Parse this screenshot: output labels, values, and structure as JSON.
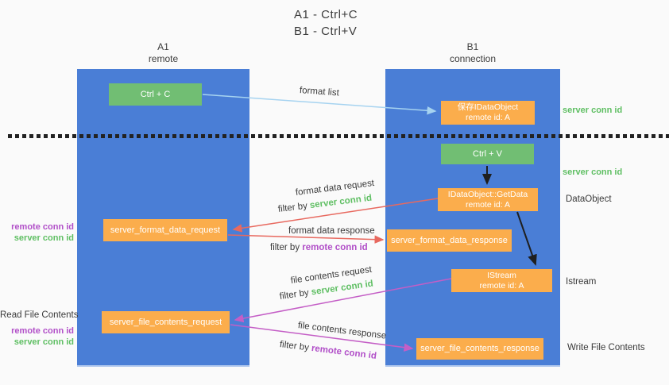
{
  "title": {
    "line1": "A1 - Ctrl+C",
    "line2": "B1 - Ctrl+V"
  },
  "lanes": {
    "left": {
      "title": "A1",
      "subtitle": "remote"
    },
    "right": {
      "title": "B1",
      "subtitle": "connection"
    }
  },
  "nodes": {
    "ctrl_c": {
      "label": "Ctrl + C"
    },
    "save_idataobject": {
      "line1": "保存IDataObject",
      "line2": "remote id: A"
    },
    "ctrl_v": {
      "label": "Ctrl + V"
    },
    "getdata": {
      "line1": "IDataObject::GetData",
      "line2": "remote id: A"
    },
    "format_request": {
      "label": "server_format_data_request"
    },
    "format_response": {
      "label": "server_format_data_response"
    },
    "istream": {
      "line1": "IStream",
      "line2": "remote id: A"
    },
    "file_request": {
      "label": "server_file_contents_request"
    },
    "file_response": {
      "label": "server_file_contents_response"
    }
  },
  "side_labels": {
    "server_conn_top": "server conn id",
    "server_conn_mid": "server conn id",
    "dataobject": "DataObject",
    "istream": "Istream",
    "write_file_contents": "Write File Contents",
    "read_file_contents": "Read File Contents",
    "left_top": {
      "remote": "remote conn id",
      "server": "server conn id"
    },
    "left_bottom": {
      "remote": "remote conn id",
      "server": "server conn id"
    }
  },
  "arrow_labels": {
    "format_list": "format list",
    "format_data_request": "format data request",
    "filter_request_prefix": "filter by ",
    "filter_request_value": "server conn id",
    "format_data_response": "format data response",
    "filter_response_prefix": "filter by ",
    "filter_response_value": "remote conn id",
    "file_contents_request": "file contents request",
    "filter_file_request_prefix": "filter by ",
    "filter_file_request_value": "server conn id",
    "file_contents_response": "file contents response",
    "filter_file_response_prefix": "filter by ",
    "filter_file_response_value": "remote conn id"
  },
  "colors": {
    "lane_blue": "#4a7ed6",
    "box_green": "#71be73",
    "box_orange": "#fbad4c",
    "arrow_red": "#e8695f",
    "arrow_magenta": "#c45ec6",
    "arrow_light_blue": "#a6d3f0",
    "arrow_black": "#1f1f1f",
    "label_green": "#5fbf63",
    "label_purple": "#b14fc8",
    "text_dark": "#3a3a3a",
    "background": "#fafafa"
  }
}
